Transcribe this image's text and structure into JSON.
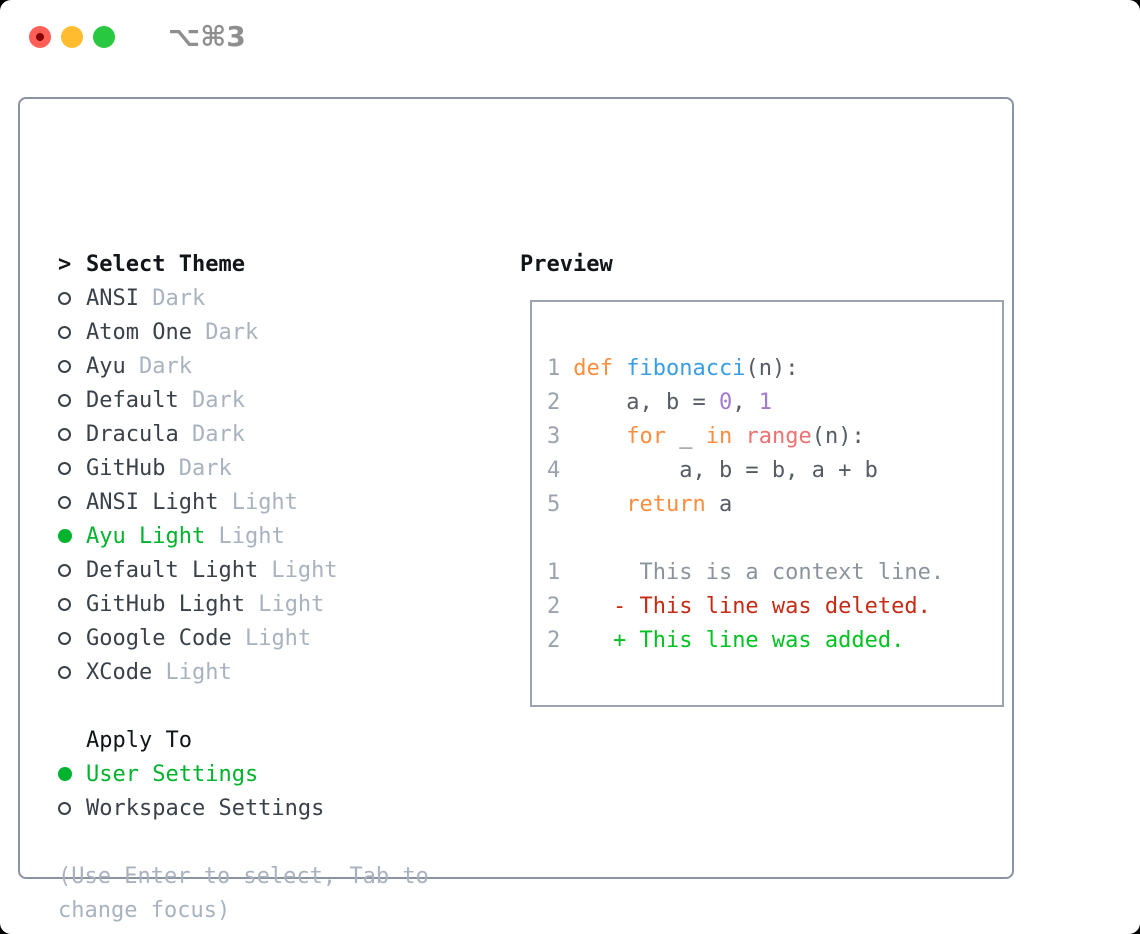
{
  "titlebar": {
    "shortcut": "⌥⌘3"
  },
  "theme_picker": {
    "prompt": ">",
    "title": "Select Theme",
    "items": [
      {
        "name": "ANSI",
        "tag": "Dark",
        "selected": false
      },
      {
        "name": "Atom One",
        "tag": "Dark",
        "selected": false
      },
      {
        "name": "Ayu",
        "tag": "Dark",
        "selected": false
      },
      {
        "name": "Default",
        "tag": "Dark",
        "selected": false
      },
      {
        "name": "Dracula",
        "tag": "Dark",
        "selected": false
      },
      {
        "name": "GitHub",
        "tag": "Dark",
        "selected": false
      },
      {
        "name": "ANSI Light",
        "tag": "Light",
        "selected": false
      },
      {
        "name": "Ayu Light",
        "tag": "Light",
        "selected": true
      },
      {
        "name": "Default Light",
        "tag": "Light",
        "selected": false
      },
      {
        "name": "GitHub Light",
        "tag": "Light",
        "selected": false
      },
      {
        "name": "Google Code",
        "tag": "Light",
        "selected": false
      },
      {
        "name": "XCode",
        "tag": "Light",
        "selected": false
      }
    ],
    "apply_to": {
      "title": "Apply To",
      "options": [
        {
          "name": "User Settings",
          "selected": true
        },
        {
          "name": "Workspace Settings",
          "selected": false
        }
      ]
    },
    "hint_lines": [
      "(Use Enter to select, Tab to",
      "change focus)"
    ]
  },
  "preview": {
    "title": "Preview",
    "code_lines": [
      {
        "num": "1",
        "segments": [
          [
            "def",
            "keyword"
          ],
          [
            " ",
            "plain"
          ],
          [
            "fibonacci",
            "function"
          ],
          [
            "(n):",
            "plain"
          ]
        ]
      },
      {
        "num": "2",
        "segments": [
          [
            "    a, b = ",
            "plain"
          ],
          [
            "0",
            "number"
          ],
          [
            ", ",
            "plain"
          ],
          [
            "1",
            "number"
          ]
        ]
      },
      {
        "num": "3",
        "segments": [
          [
            "    ",
            "plain"
          ],
          [
            "for",
            "keyword"
          ],
          [
            " _ ",
            "plain"
          ],
          [
            "in",
            "keyword"
          ],
          [
            " ",
            "plain"
          ],
          [
            "range",
            "call"
          ],
          [
            "(n):",
            "plain"
          ]
        ]
      },
      {
        "num": "4",
        "segments": [
          [
            "        a, b = b, a + b",
            "plain"
          ]
        ]
      },
      {
        "num": "5",
        "segments": [
          [
            "    ",
            "plain"
          ],
          [
            "return",
            "keyword"
          ],
          [
            " a",
            "plain"
          ]
        ]
      }
    ],
    "diff_lines": [
      {
        "num": "1",
        "text": "     This is a context line.",
        "type": "context"
      },
      {
        "num": "2",
        "text": "   - This line was deleted.",
        "type": "deleted"
      },
      {
        "num": "2",
        "text": "   + This line was added.",
        "type": "added"
      }
    ]
  },
  "colors": {
    "traffic_red": "#ff5f57",
    "traffic_red_dot": "#880006",
    "traffic_yellow": "#febc2e",
    "traffic_green": "#28c840",
    "shortcut_gray": "#8e8e8e",
    "window_border": "#8a94a0",
    "preview_border": "#9aa3ae",
    "text_primary": "#111418",
    "text_item": "#3b4149",
    "text_muted": "#a9b2bf",
    "accent_green": "#00b32d",
    "code": {
      "plain": "#565b64",
      "keyword": "#fa8d3e",
      "function": "#399ee6",
      "call": "#f07171",
      "number": "#a37acc",
      "lineno": "#9aa3ad",
      "diff_context": "#8b939d",
      "diff_deleted": "#c52b15",
      "diff_added": "#00c220"
    }
  }
}
